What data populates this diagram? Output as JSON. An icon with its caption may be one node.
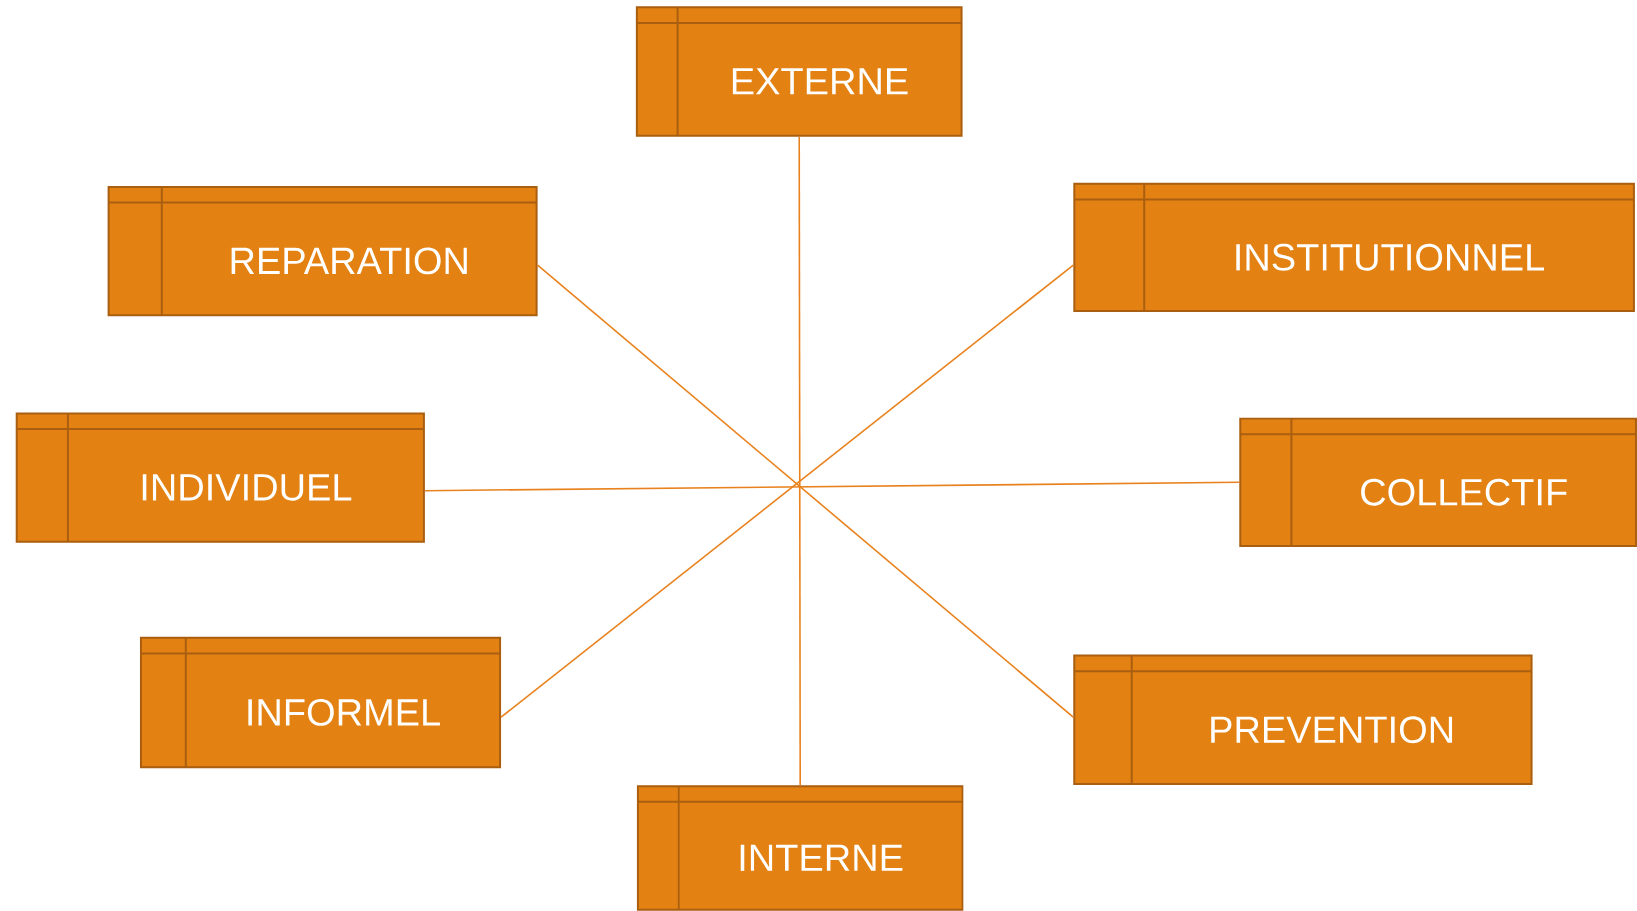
{
  "diagram": {
    "nodes": [
      {
        "text": [
          "EXTERNE"
        ]
      },
      {
        "text": [
          "REPARATION"
        ]
      },
      {
        "text": [
          "INSTITUTIONNEL"
        ]
      },
      {
        "text": [
          "INDIVIDUEL"
        ]
      },
      {
        "text": [
          "COLLECTIF"
        ]
      },
      {
        "text": [
          "INFORMEL"
        ]
      },
      {
        "text": [
          "PREVENTION"
        ]
      },
      {
        "text": [
          "INTERNE"
        ]
      }
    ],
    "edges": [
      {
        "from": 0,
        "to": 7,
        "arrow": "none"
      },
      {
        "from": 1,
        "to": 6,
        "arrow": "none"
      },
      {
        "from": 2,
        "to": 5,
        "arrow": "none"
      },
      {
        "from": 3,
        "to": 4,
        "arrow": "none"
      }
    ]
  }
}
